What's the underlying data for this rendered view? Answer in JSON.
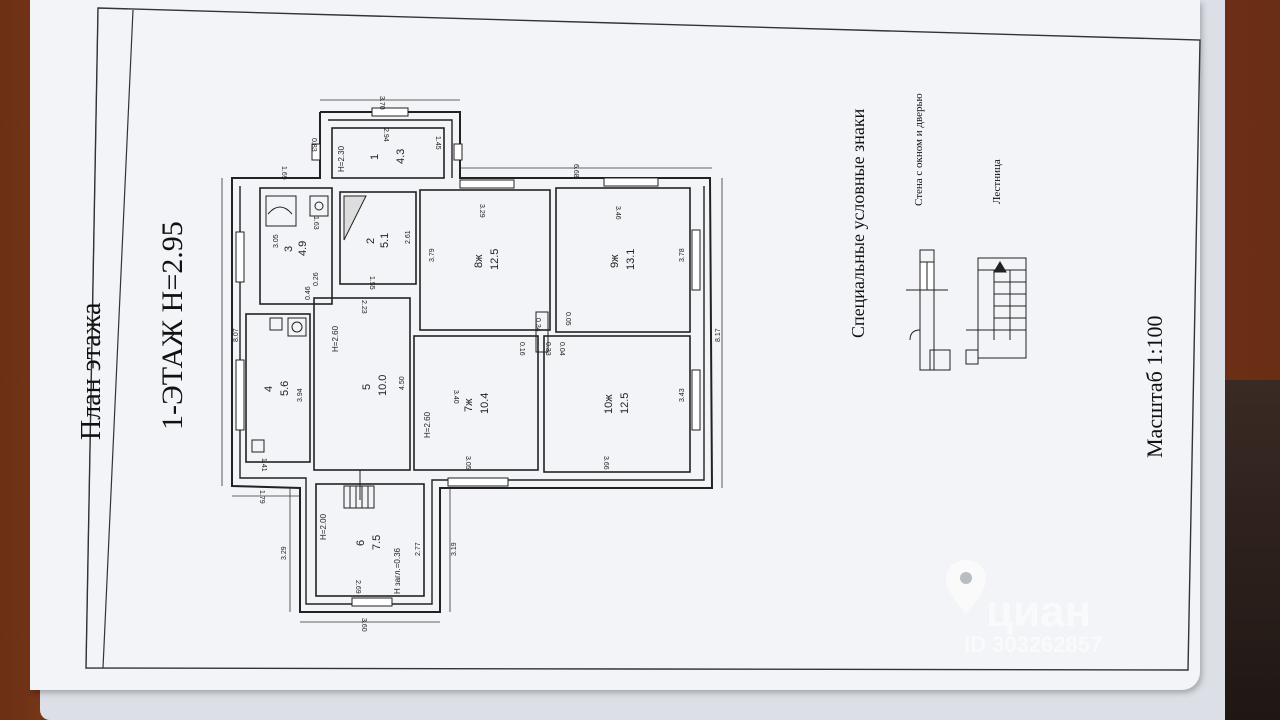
{
  "sheet": {
    "heading": "План этажа",
    "floor_label": "1-ЭТАЖ  Н=2.95",
    "scale_label": "Масштаб  1:100"
  },
  "legend": {
    "title": "Специальные условные знаки",
    "wall_label": "Стена с окном и дверью",
    "stairs_label": "Лестница"
  },
  "rooms": [
    {
      "number": "1",
      "area": "4.3",
      "height": "Н=2.30"
    },
    {
      "number": "2",
      "area": "5.1"
    },
    {
      "number": "3",
      "area": "4.9"
    },
    {
      "number": "4",
      "area": "5.6"
    },
    {
      "number": "5",
      "area": "10.0",
      "height": "Н=2.60"
    },
    {
      "number": "6",
      "area": "7.5",
      "height": "Н=2.00",
      "note": "Н загл.=0.36"
    },
    {
      "number": "7ж",
      "area": "10.4",
      "height": "Н=2.60"
    },
    {
      "number": "8ж",
      "area": "12.5"
    },
    {
      "number": "9ж",
      "area": "13.1"
    },
    {
      "number": "10ж",
      "area": "12.5"
    }
  ],
  "dimensions": {
    "d370": "3.70",
    "d294": "2.94",
    "d145": "1.45",
    "d083": "0.83",
    "d169a": "1.69",
    "d668": "6.68",
    "d807": "8.07",
    "d817": "8.17",
    "d305a": "3.05",
    "d163": "1.63",
    "d261": "2.61",
    "d155": "1.55",
    "d046": "0.46",
    "d026": "0.26",
    "d223": "2.23",
    "d329a": "3.29",
    "d379": "3.79",
    "d346": "3.46",
    "d378": "3.78",
    "d034": "0.34",
    "d005": "0.05",
    "d016": "0.16",
    "d033": "0.33",
    "d004": "0.04",
    "d394": "3.94",
    "d450": "4.50",
    "d340": "3.40",
    "d343": "3.43",
    "d141": "1.41",
    "d305b": "3.05",
    "d366": "3.66",
    "d179": "1.79",
    "d329b": "3.29",
    "d277": "2.77",
    "d319": "3.19",
    "d269": "2.69",
    "d360": "3.60"
  },
  "watermark": {
    "brand": "циан",
    "listing_id": "ID 303262857"
  }
}
